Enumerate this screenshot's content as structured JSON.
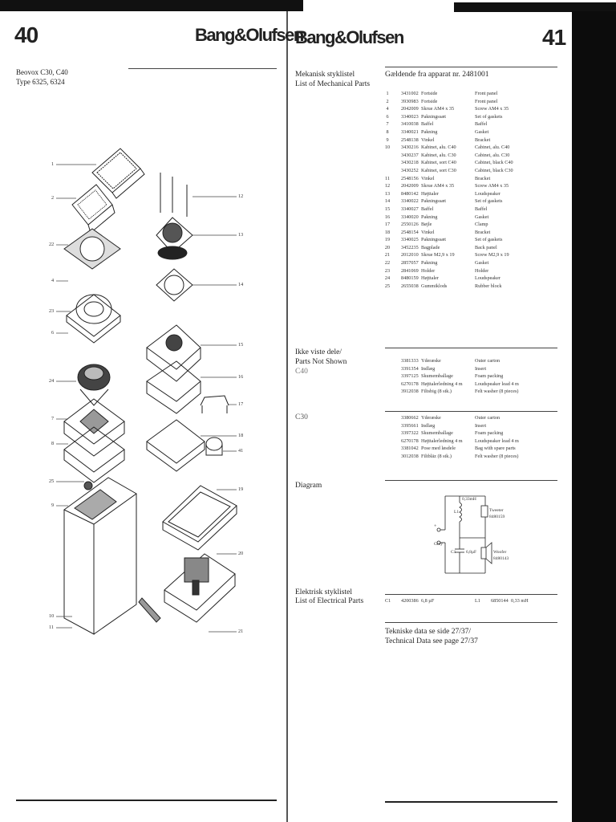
{
  "left_page": {
    "page_number": "40",
    "brand": "Bang&Olufsen",
    "model_line1": "Beovox C30, C40",
    "model_line2": "Type 6325, 6324",
    "callouts": [
      "1",
      "2",
      "22",
      "4",
      "23",
      "6",
      "24",
      "7",
      "8",
      "25",
      "9",
      "10",
      "11",
      "12",
      "13",
      "14",
      "15",
      "16",
      "17",
      "18",
      "41",
      "19",
      "20",
      "21"
    ]
  },
  "right_page": {
    "brand": "Bang&Olufsen",
    "page_number": "41",
    "mech_title_1": "Mekanisk styklistel",
    "mech_title_2": "List of Mechanical Parts",
    "valid_from": "Gældende fra apparat nr. 2481001",
    "mech_parts": [
      {
        "no": "1",
        "code": "3431002",
        "da": "Fortside",
        "en": "Front panel"
      },
      {
        "no": "2",
        "code": "3930983",
        "da": "Fortside",
        "en": "Front panel"
      },
      {
        "no": "4",
        "code": "2042009",
        "da": "Skrue AM4 x 35",
        "en": "Screw AM4 x 35"
      },
      {
        "no": "6",
        "code": "3340023",
        "da": "Pakningssæt",
        "en": "Set of gaskets"
      },
      {
        "no": "7",
        "code": "3410038",
        "da": "Baffel",
        "en": "Baffel"
      },
      {
        "no": "8",
        "code": "3340021",
        "da": "Pakning",
        "en": "Gasket"
      },
      {
        "no": "9",
        "code": "2548138",
        "da": "Vinkel",
        "en": "Bracket"
      },
      {
        "no": "10",
        "code": "3430216",
        "da": "Kabinet, alu. C40",
        "en": "Cabinet, alu. C40"
      },
      {
        "no": "",
        "code": "3430237",
        "da": "Kabinet, alu. C30",
        "en": "Cabinet, alu. C30"
      },
      {
        "no": "",
        "code": "3430218",
        "da": "Kabinet, sort C40",
        "en": "Cabinet, black C40"
      },
      {
        "no": "",
        "code": "3430252",
        "da": "Kabinet, sort C30",
        "en": "Cabinet, black C30"
      },
      {
        "no": "11",
        "code": "2548156",
        "da": "Vinkel",
        "en": "Bracket"
      },
      {
        "no": "12",
        "code": "2042009",
        "da": "Skrue AM4 x 35",
        "en": "Screw AM4 x 35"
      },
      {
        "no": "13",
        "code": "8480142",
        "da": "Højttaler",
        "en": "Loudspeaker"
      },
      {
        "no": "14",
        "code": "3340022",
        "da": "Pakningssæt",
        "en": "Set of gaskets"
      },
      {
        "no": "15",
        "code": "3340027",
        "da": "Baffel",
        "en": "Baffel"
      },
      {
        "no": "16",
        "code": "3340020",
        "da": "Pakning",
        "en": "Gasket"
      },
      {
        "no": "17",
        "code": "2550126",
        "da": "Bøjle",
        "en": "Clamp"
      },
      {
        "no": "18",
        "code": "2548154",
        "da": "Vinkel",
        "en": "Bracket"
      },
      {
        "no": "19",
        "code": "3340025",
        "da": "Pakningssæt",
        "en": "Set of gaskets"
      },
      {
        "no": "20",
        "code": "3452235",
        "da": "Bagplade",
        "en": "Back panel"
      },
      {
        "no": "21",
        "code": "2012010",
        "da": "Skrue M2,9 x 19",
        "en": "Screw M2,9 x 19"
      },
      {
        "no": "22",
        "code": "2857057",
        "da": "Pakning",
        "en": "Gasket"
      },
      {
        "no": "23",
        "code": "2841069",
        "da": "Holder",
        "en": "Holder"
      },
      {
        "no": "24",
        "code": "8480159",
        "da": "Højttaler",
        "en": "Loudspeaker"
      },
      {
        "no": "25",
        "code": "2655038",
        "da": "Gummiklods",
        "en": "Rubber block"
      }
    ],
    "not_shown_title_1": "Ikke viste dele/",
    "not_shown_title_2": "Parts Not Shown",
    "c40_label": "C40",
    "c40_parts": [
      {
        "code": "3381333",
        "da": "Yderæske",
        "en": "Outer carton"
      },
      {
        "code": "3391354",
        "da": "Indlæg",
        "en": "Insert"
      },
      {
        "code": "3397125",
        "da": "Skumemballage",
        "en": "Foam packing"
      },
      {
        "code": "6270178",
        "da": "Højttalerledning 4 m",
        "en": "Loudspeaker lead 4 m"
      },
      {
        "code": "3912038",
        "da": "Filtsbig (8 stk.)",
        "en": "Felt washer (8 pieces)"
      }
    ],
    "c30_label": "C30",
    "c30_parts": [
      {
        "code": "3380662",
        "da": "Yderæske",
        "en": "Outer carton"
      },
      {
        "code": "3395661",
        "da": "Indlæg",
        "en": "Insert"
      },
      {
        "code": "3397322",
        "da": "Skumemballage",
        "en": "Foam packing"
      },
      {
        "code": "6270178",
        "da": "Højttalerledning 4 m",
        "en": "Loudspeaker lead 4 m"
      },
      {
        "code": "3381042",
        "da": "Pose med løsdele",
        "en": "Bag with spare parts"
      },
      {
        "code": "3012038",
        "da": "Filtbläz (8 stk.)",
        "en": "Felt washer (8 pieces)"
      }
    ],
    "diagram_label": "Diagram",
    "diagram_texts": {
      "l1": "L1",
      "l1_value": "0,33mH",
      "c1": "C1",
      "c1_value": "6,8µF",
      "tweeter": "Tweeter",
      "tweeter_code": "8480159",
      "woofer": "Woofer",
      "woofer_code": "8480143",
      "in_plus": "+",
      "in_grey": "Grey"
    },
    "elec_title_1": "Elektrisk styklistel",
    "elec_title_2": "List of Electrical Parts",
    "elec_parts": [
      {
        "ref": "C1",
        "code": "4200386",
        "value": "6,8 µF"
      },
      {
        "ref": "L1",
        "code": "6850144",
        "value": "0,33 mH"
      }
    ],
    "tech_1": "Tekniske data se side 27/37/",
    "tech_2": "Technical Data see page 27/37"
  }
}
